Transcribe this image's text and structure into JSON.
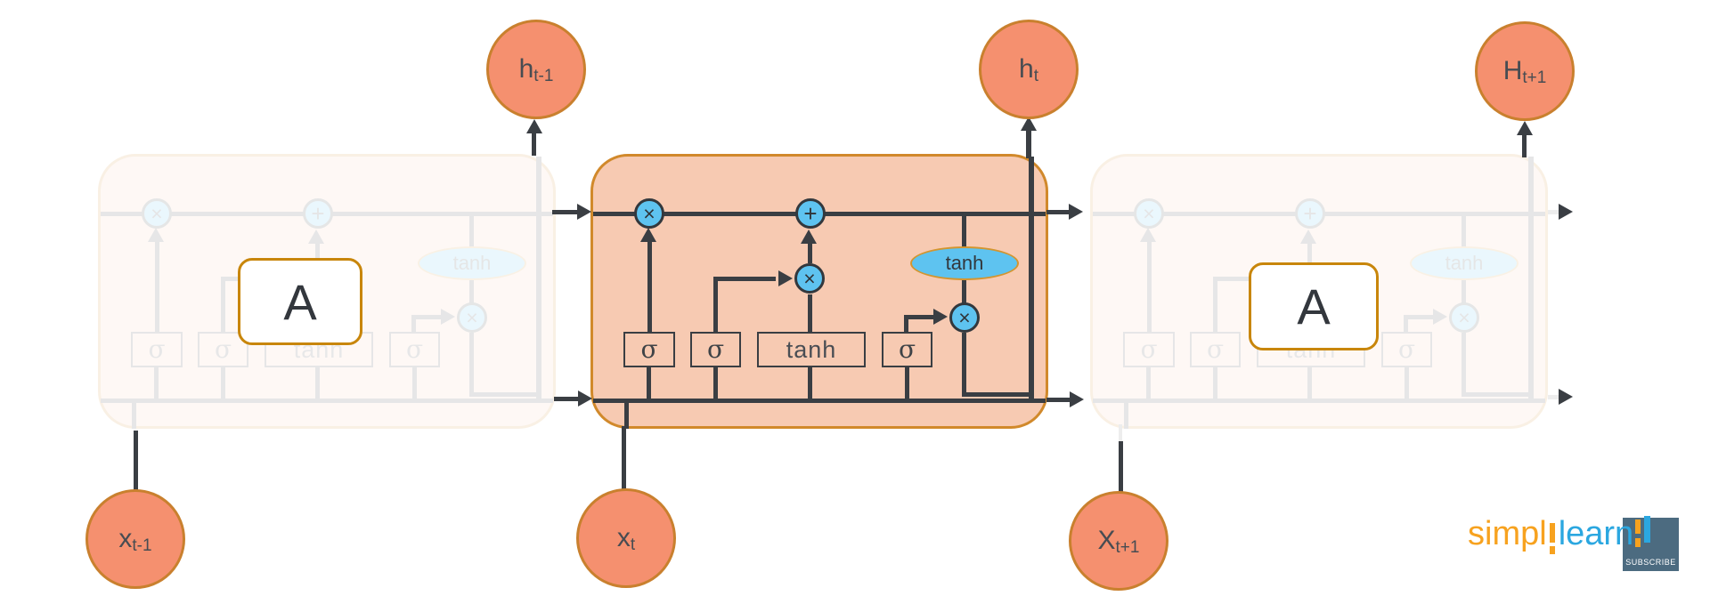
{
  "diagram": {
    "nodes": {
      "h_prev": {
        "base": "h",
        "sub": "t-1"
      },
      "h_curr": {
        "base": "h",
        "sub": "t"
      },
      "h_next": {
        "base": "H",
        "sub": "t+1"
      },
      "x_prev": {
        "base": "x",
        "sub": "t-1"
      },
      "x_curr": {
        "base": "x",
        "sub": "t"
      },
      "x_next": {
        "base": "X",
        "sub": "t+1"
      }
    },
    "cell": {
      "gate_sigma_1": "σ",
      "gate_sigma_2": "σ",
      "gate_tanh": "tanh",
      "gate_sigma_3": "σ",
      "op_multiply": "×",
      "op_add": "+",
      "activation_tanh": "tanh"
    },
    "a_label": "A"
  },
  "branding": {
    "logo_part1": "simpl",
    "logo_part2": "learn",
    "subscribe_label": "SUBSCRIBE"
  },
  "icons": {
    "arrowhead": "dark-triangle",
    "logo_i_separator": "orange-broken-bar",
    "logo_end_marks": "orange-and-blue-vertical-bars"
  },
  "colors": {
    "node_fill": "#F5906F",
    "node_border": "#C9802E",
    "cell_fill": "#F7CAB2",
    "cell_border": "#D1892B",
    "op_fill": "#5EC3F0",
    "op_border": "#33383D",
    "tanh_ellipse_border": "#D3952F",
    "line": "#3A3E43",
    "a_box_border": "#C8860B",
    "logo_orange": "#F7A21F",
    "logo_blue": "#2BA7E0",
    "subscribe_bg": "#4C6B80"
  }
}
